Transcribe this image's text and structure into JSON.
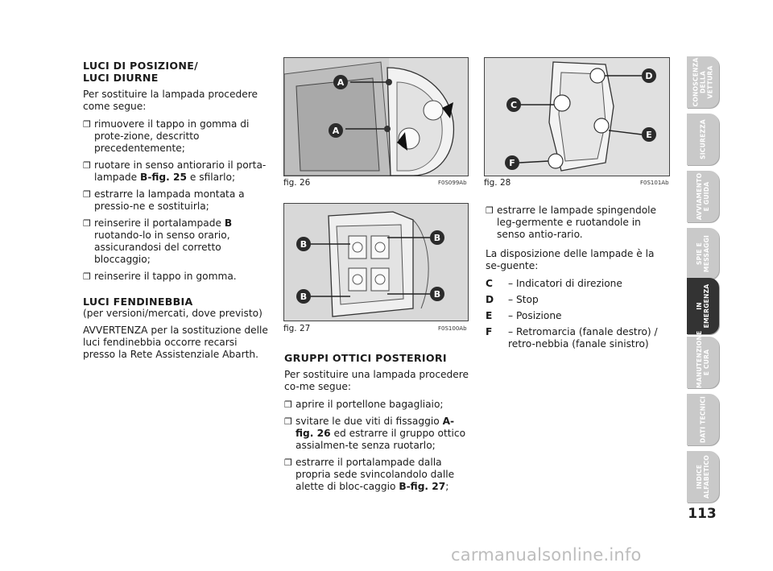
{
  "col1": {
    "title1": "LUCI DI POSIZIONE/",
    "title2": "LUCI DIURNE",
    "intro": "Per sostituire la lampada procedere come segue:",
    "bullet_symbol": "❒",
    "b1": "rimuovere il tappo in gomma di prote-zione, descritto precedentemente;",
    "b2_pre": "ruotare in senso antiorario il porta-lampade ",
    "b2_bold": "B-fig. 25",
    "b2_post": " e sfilarlo;",
    "b3": "estrarre la lampada montata a pressio-ne e sostituirla;",
    "b4_pre": "reinserire il portalampade ",
    "b4_bold": "B",
    "b4_post": " ruotando-lo in senso orario, assicurandosi del corretto bloccaggio;",
    "b5": "reinserire il tappo in gomma.",
    "title3": "LUCI FENDINEBBIA",
    "fog_sub": "(per versioni/mercati, dove previsto)",
    "fog_note": "AVVERTENZA per la sostituzione delle luci fendinebbia occorre recarsi presso la Rete Assistenziale Abarth."
  },
  "figures": {
    "fig26": {
      "caption": "fig. 26",
      "code": "F0S099Ab",
      "callout_top": "A",
      "callout_bottom": "A"
    },
    "fig27": {
      "caption": "fig. 27",
      "code": "F0S100Ab",
      "callout_tl": "B",
      "callout_tr": "B",
      "callout_bl": "B",
      "callout_br": "B"
    },
    "fig28": {
      "caption": "fig. 28",
      "code": "F0S101Ab",
      "callout_d": "D",
      "callout_c": "C",
      "callout_e": "E",
      "callout_f": "F"
    }
  },
  "col2": {
    "title": "GRUPPI OTTICI POSTERIORI",
    "intro": "Per sostituire una lampada procedere co-me segue:",
    "b1": "aprire il portellone bagagliaio;",
    "b2_pre": "svitare le due viti di fissaggio ",
    "b2_bold": "A-fig. 26",
    "b2_post": " ed estrarre il gruppo ottico assialmen-te senza ruotarlo;",
    "b3_pre": "estrarre il portalampade dalla propria sede svincolandolo dalle alette di bloc-caggio ",
    "b3_bold": "B-fig. 27",
    "b3_post": ";"
  },
  "col3": {
    "b1": "estrarre le lampade spingendole leg-germente e ruotandole in senso antio-rario.",
    "intro": "La disposizione delle lampade è la se-guente:",
    "c_key": "C",
    "c_val": "– Indicatori di direzione",
    "d_key": "D",
    "d_val": "– Stop",
    "e_key": "E",
    "e_val": "– Posizione",
    "f_key": "F",
    "f_val": "– Retromarcia (fanale destro) / retro-nebbia (fanale sinistro)"
  },
  "tabs": [
    "CONOSCENZA DELLA VETTURA",
    "SICUREZZA",
    "AVVIAMENTO E GUIDA",
    "SPIE E MESSAGGI",
    "IN EMERGENZA",
    "MANUTENZIONE E CURA",
    "DATI TECNICI",
    "INDICE ALFABETICO"
  ],
  "active_tab": "IN EMERGENZA",
  "page_number": "113",
  "watermark": "carmanualsonline.info",
  "colors": {
    "tab_inactive": "#c9c9c9",
    "tab_active": "#333333",
    "callout": "#2b2b2b"
  }
}
